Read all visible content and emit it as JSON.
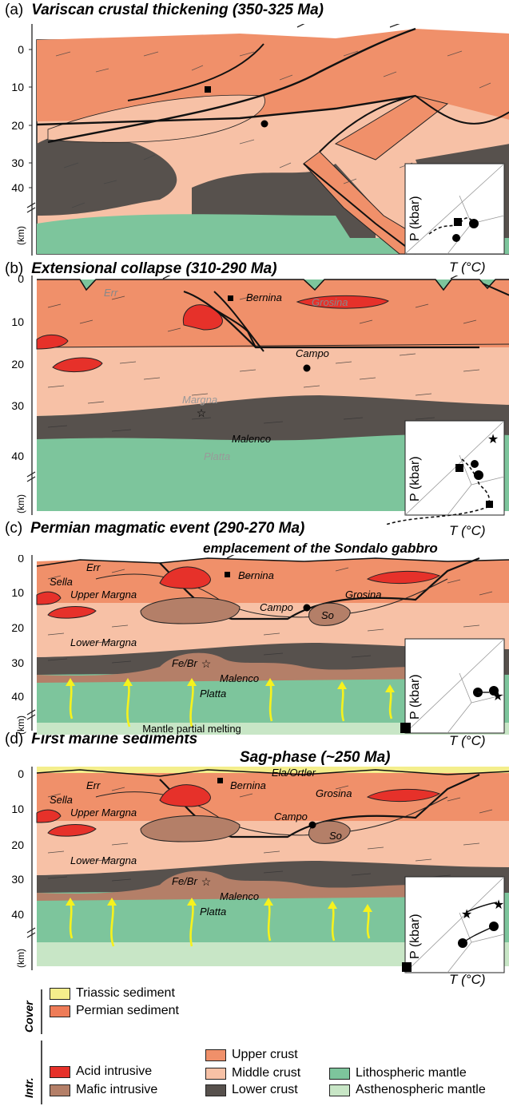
{
  "colors": {
    "upper_crust": "#F0906A",
    "middle_crust": "#F7C1A6",
    "lower_crust": "#57514D",
    "lithospheric_mantle": "#7DC59C",
    "asthenospheric_mantle": "#C8E6C6",
    "acid_intrusive": "#E6312A",
    "mafic_intrusive": "#B47F68",
    "permian_sediment": "#EE7C58",
    "triassic_sediment": "#F4EE8C",
    "melt_arrows": "#F6F21D"
  },
  "panels": [
    {
      "letter": "(a)",
      "title": "Variscan crustal thickening (350-325 Ma)",
      "subtitle": "",
      "depth_ticks": [
        "0",
        "10",
        "20",
        "30",
        "40"
      ],
      "km_label": "(km)",
      "labels": [],
      "pt": {
        "p_label": "P (kbar)",
        "t_label": "T (°C)"
      }
    },
    {
      "letter": "(b)",
      "title": "Extensional collapse (310-290 Ma)",
      "subtitle": "",
      "depth_ticks": [
        "0",
        "10",
        "20",
        "30",
        "40"
      ],
      "km_label": "(km)",
      "labels": {
        "err": "Err",
        "bernina": "Bernina",
        "grosina": "Grosina",
        "campo": "Campo",
        "margna": "Margna",
        "malenco": "Malenco",
        "platta": "Platta"
      },
      "pt": {
        "p_label": "P (kbar)",
        "t_label": "T (°C)"
      }
    },
    {
      "letter": "(c)",
      "title": "Permian magmatic event (290-270 Ma)",
      "subtitle": "emplacement of the Sondalo gabbro",
      "depth_ticks": [
        "0",
        "10",
        "20",
        "30",
        "40"
      ],
      "km_label": "(km)",
      "labels": {
        "err": "Err",
        "sella": "Sella",
        "upper_margna": "Upper Margna",
        "bernina": "Bernina",
        "grosina": "Grosina",
        "campo": "Campo",
        "so": "So",
        "lower_margna": "Lower Margna",
        "fe_br": "Fe/Br",
        "malenco": "Malenco",
        "platta": "Platta",
        "mantle_melting": "Mantle partial melting"
      },
      "pt": {
        "p_label": "P (kbar)",
        "t_label": "T (°C)"
      }
    },
    {
      "letter": "(d)",
      "title": "First marine sediments",
      "subtitle": "Sag-phase (~250 Ma)",
      "depth_ticks": [
        "0",
        "10",
        "20",
        "30",
        "40"
      ],
      "km_label": "(km)",
      "labels": {
        "err": "Err",
        "ela_ortler": "Ela/Ortler",
        "sella": "Sella",
        "upper_margna": "Upper Margna",
        "bernina": "Bernina",
        "grosina": "Grosina",
        "campo": "Campo",
        "so": "So",
        "lower_margna": "Lower Margna",
        "fe_br": "Fe/Br",
        "malenco": "Malenco",
        "platta": "Platta"
      },
      "pt": {
        "p_label": "P (kbar)",
        "t_label": "T (°C)"
      }
    }
  ],
  "legend": {
    "cover_label": "Cover",
    "intr_label": "Intr.",
    "items": {
      "triassic": "Triassic sediment",
      "permian": "Permian sediment",
      "upper": "Upper crust",
      "middle": "Middle crust",
      "lower": "Lower crust",
      "acid": "Acid intrusive",
      "mafic": "Mafic intrusive",
      "litho": "Lithospheric mantle",
      "astheno": "Asthenospheric mantle"
    }
  }
}
